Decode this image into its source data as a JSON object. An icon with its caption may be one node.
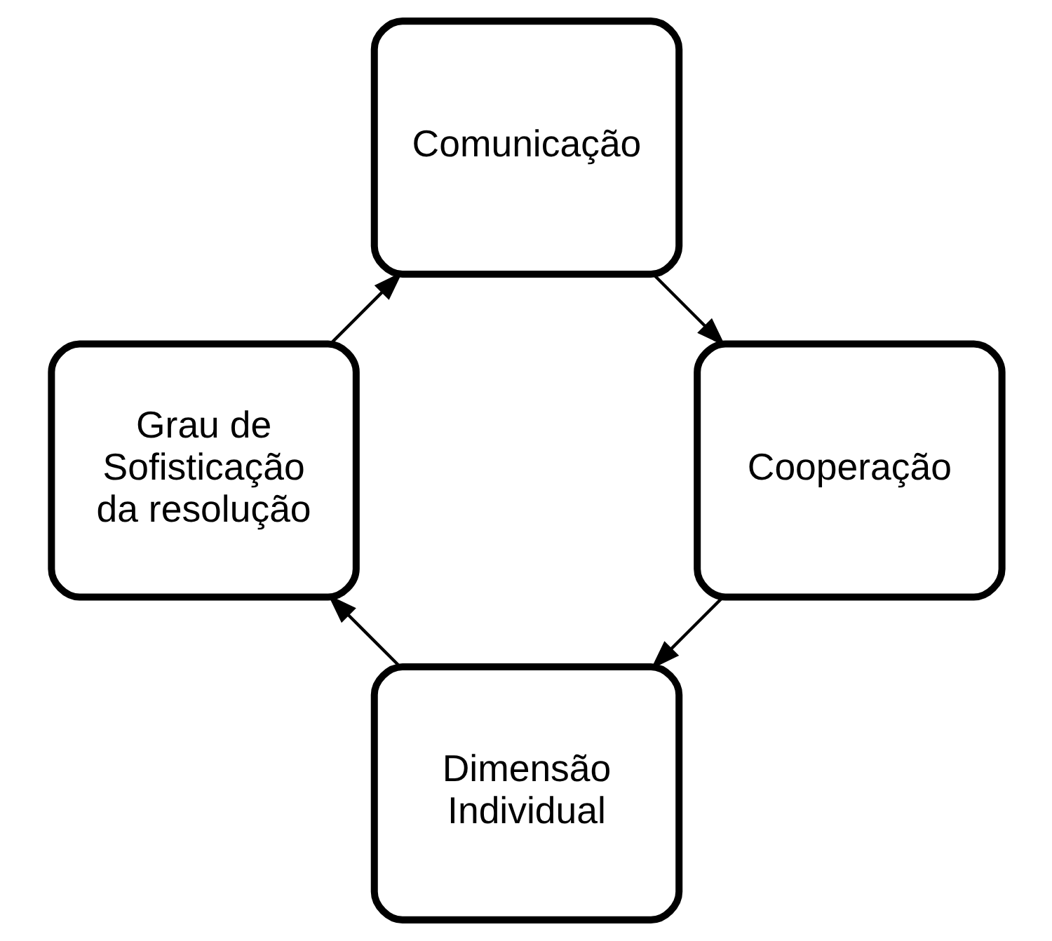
{
  "diagram": {
    "nodes": [
      {
        "text": [
          "Dimensão Individual"
        ]
      },
      {
        "text": [
          "Grau de Sofisticação da resolução"
        ]
      },
      {
        "text": [
          "Comunicação"
        ]
      },
      {
        "text": [
          "Cooperação"
        ]
      }
    ],
    "edges": [
      {
        "from": 0,
        "to": 1,
        "arrow": "to"
      },
      {
        "from": 1,
        "to": 2,
        "arrow": "to"
      },
      {
        "from": 2,
        "to": 3,
        "arrow": "to"
      },
      {
        "from": 3,
        "to": 0,
        "arrow": "to"
      }
    ]
  }
}
